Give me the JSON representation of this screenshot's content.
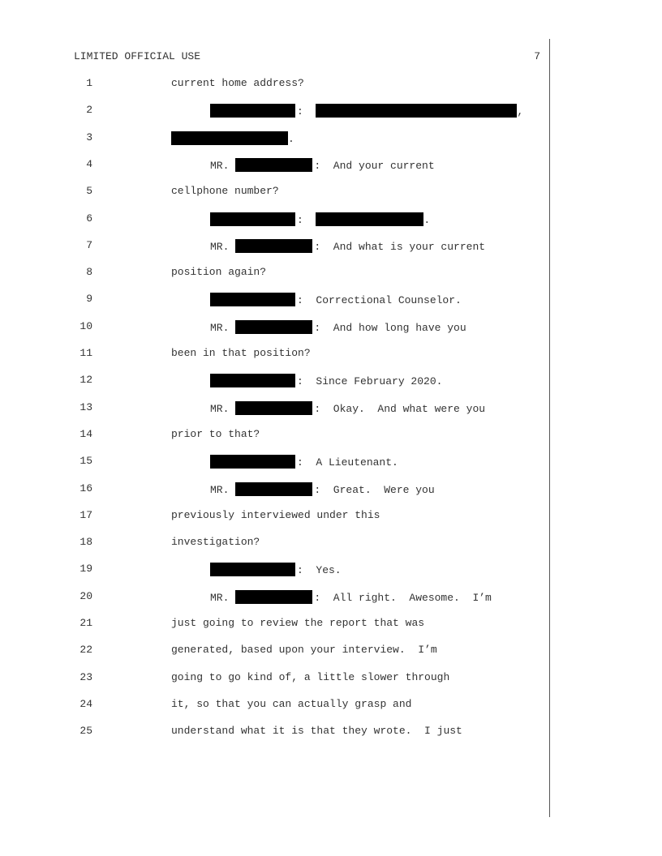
{
  "header": {
    "title": "LIMITED OFFICIAL USE",
    "page_number": "7"
  },
  "lines": [
    {
      "n": "1",
      "text": "current home address?"
    },
    {
      "n": "2",
      "a": ":  ",
      "b": ","
    },
    {
      "n": "3",
      "a": "."
    },
    {
      "n": "4",
      "pre": "MR.",
      "text": ":  And your current"
    },
    {
      "n": "5",
      "text": "cellphone number?"
    },
    {
      "n": "6",
      "a": ":  ",
      "b": "."
    },
    {
      "n": "7",
      "pre": "MR.",
      "text": ":  And what is your current"
    },
    {
      "n": "8",
      "text": "position again?"
    },
    {
      "n": "9",
      "text": ":  Correctional Counselor."
    },
    {
      "n": "10",
      "pre": "MR.",
      "text": ":  And how long have you"
    },
    {
      "n": "11",
      "text": "been in that position?"
    },
    {
      "n": "12",
      "text": ":  Since February 2020."
    },
    {
      "n": "13",
      "pre": "MR.",
      "text": ":  Okay.  And what were you"
    },
    {
      "n": "14",
      "text": "prior to that?"
    },
    {
      "n": "15",
      "text": ":  A Lieutenant."
    },
    {
      "n": "16",
      "pre": "MR.",
      "text": ":  Great.  Were you"
    },
    {
      "n": "17",
      "text": "previously interviewed under this"
    },
    {
      "n": "18",
      "text": "investigation?"
    },
    {
      "n": "19",
      "text": ":  Yes."
    },
    {
      "n": "20",
      "pre": "MR.",
      "text": ":  All right.  Awesome.  I’m"
    },
    {
      "n": "21",
      "text": "just going to review the report that was"
    },
    {
      "n": "22",
      "text": "generated, based upon your interview.  I’m"
    },
    {
      "n": "23",
      "text": "going to go kind of, a little slower through"
    },
    {
      "n": "24",
      "text": "it, so that you can actually grasp and"
    },
    {
      "n": "25",
      "text": "understand what it is that they wrote.  I just"
    }
  ]
}
